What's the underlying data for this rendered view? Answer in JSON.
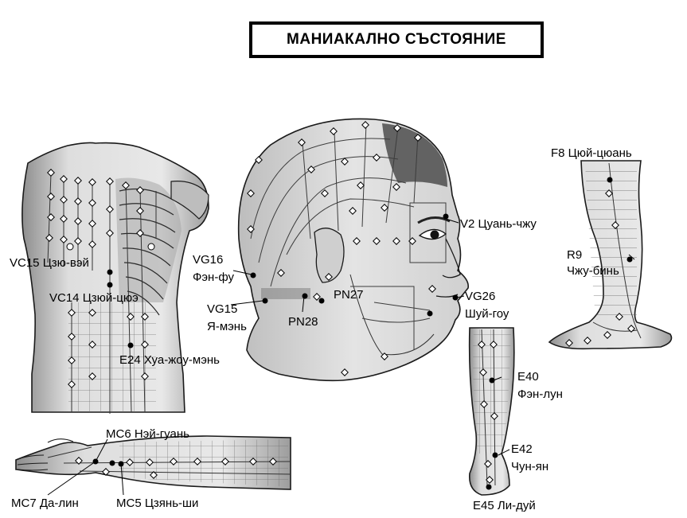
{
  "title": "МАНИАКАЛНО СЪСТОЯНИЕ",
  "colors": {
    "skin": "#dcdcdc",
    "shadow": "#9a9a9a",
    "outline": "#1a1a1a",
    "meridian": "#3c3c3c",
    "point": "#000000"
  },
  "points": {
    "vc15": "VC15 Цзю-вэй",
    "vc14": "VC14 Цзюй-цюэ",
    "e24": "E24 Хуа-жоу-мэнь",
    "vg16_code": "VG16",
    "vg16_name": "Фэн-фу",
    "vg15_code": "VG15",
    "vg15_name": "Я-мэнь",
    "pn27": "PN27",
    "pn28": "PN28",
    "v2": "V2 Цуань-чжу",
    "vg26_code": "VG26",
    "vg26_name": "Шуй-гоу",
    "f8": "F8 Цюй-цюань",
    "r9_code": "R9",
    "r9_name": "Чжу-бинь",
    "e40_code": "E40",
    "e40_name": "Фэн-лун",
    "e42_code": "E42",
    "e42_name": "Чун-ян",
    "e45": "E45 Ли-дуй",
    "mc6": "MC6 Нэй-гуань",
    "mc7": "MC7 Да-лин",
    "mc5": "MC5 Цзянь-ши"
  }
}
